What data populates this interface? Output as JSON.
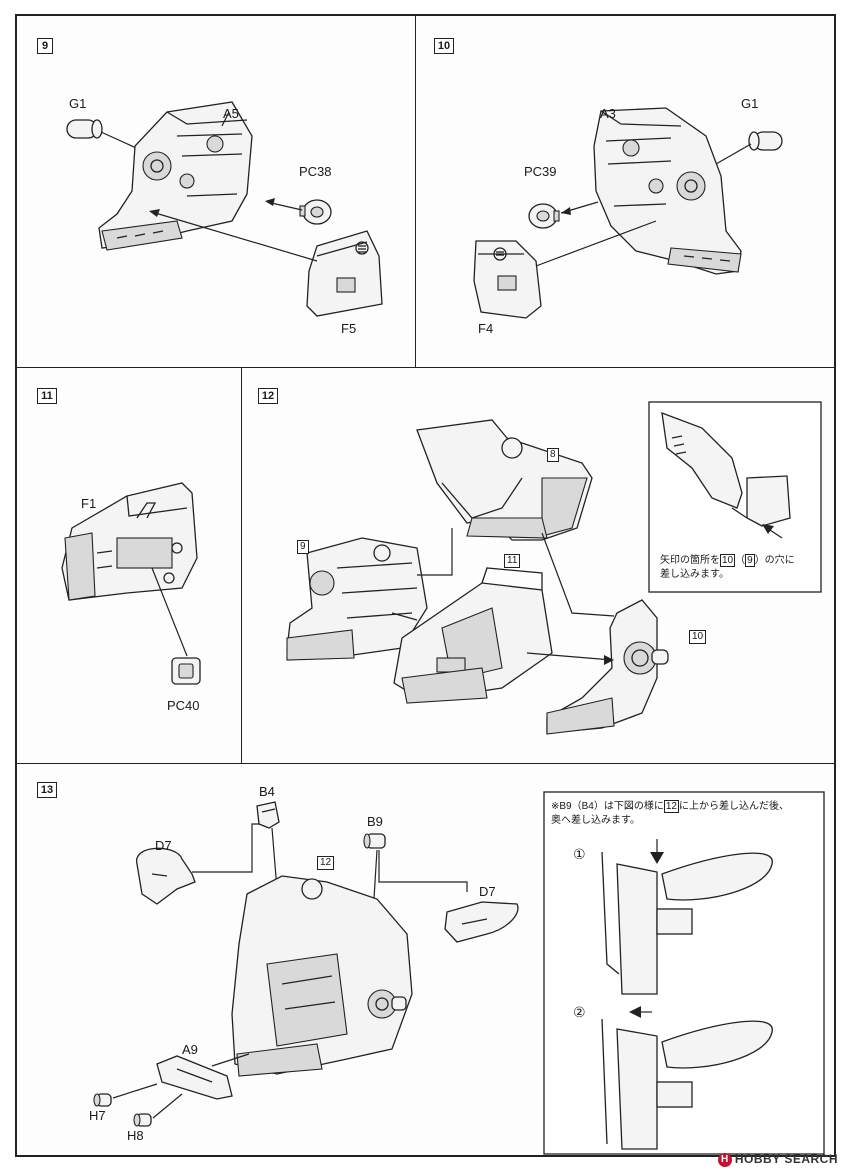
{
  "steps": {
    "s9": {
      "number": "9",
      "labels": {
        "g1": "G1",
        "a5": "A5",
        "pc38": "PC38",
        "f5": "F5"
      }
    },
    "s10": {
      "number": "10",
      "labels": {
        "a3": "A3",
        "g1": "G1",
        "pc39": "PC39",
        "f4": "F4"
      }
    },
    "s11": {
      "number": "11",
      "labels": {
        "f1": "F1",
        "pc40": "PC40"
      }
    },
    "s12": {
      "number": "12",
      "refs": {
        "r8": "8",
        "r9": "9",
        "r11": "11",
        "r10": "10"
      },
      "note_line1": "矢印の箇所を",
      "note_ref_a": "10",
      "note_paren_open": "（",
      "note_ref_b": "9",
      "note_paren_close": "）の穴に",
      "note_line2": "差し込みます。"
    },
    "s13": {
      "number": "13",
      "labels": {
        "b4": "B4",
        "d7a": "D7",
        "b9": "B9",
        "d7b": "D7",
        "a9": "A9",
        "h7": "H7",
        "h8": "H8"
      },
      "ref": "12",
      "note_line1a": "※B9（B4）は下図の様に",
      "note_ref": "12",
      "note_line1b": "に上から差し込んだ後、",
      "note_line2": "奥へ差し込みます。",
      "sub1": "①",
      "sub2": "②"
    }
  },
  "watermark": {
    "logo": "H",
    "text": "HOBBY SEARCH"
  }
}
